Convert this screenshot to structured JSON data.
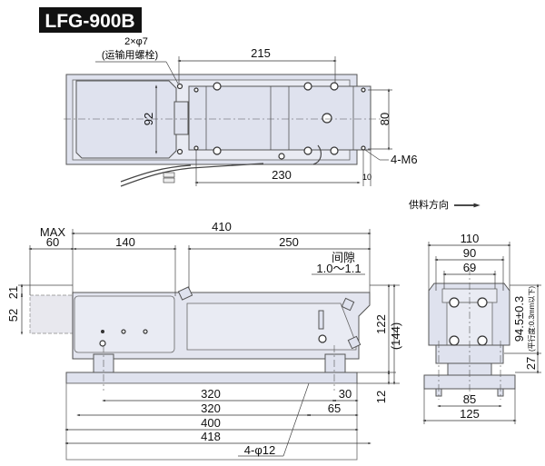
{
  "title": "LFG-900B",
  "top_view": {
    "hole_label": "2×φ7",
    "hole_note": "(运输用螺栓)",
    "dim_215": "215",
    "dim_92": "92",
    "dim_80": "80",
    "dim_230": "230",
    "dim_10": "10",
    "thread_label": "4-M6"
  },
  "feed_direction": "供料方向",
  "front_view": {
    "max_label": "MAX",
    "dim_60": "60",
    "dim_410": "410",
    "dim_140": "140",
    "dim_250": "250",
    "gap_label": "间隙",
    "gap_value": "1.0～1.1",
    "dim_21": "21",
    "dim_52": "52",
    "dim_122": "122",
    "dim_144": "(144)",
    "dim_12": "12",
    "dim_320a": "320",
    "dim_320b": "320",
    "dim_30": "30",
    "dim_65": "65",
    "dim_400": "400",
    "dim_418": "418",
    "hole_label": "4-φ12"
  },
  "side_view": {
    "dim_110": "110",
    "dim_90": "90",
    "dim_69": "69",
    "dim_height": "94.5±0.3",
    "parallel_note": "(平行度:0.3mm以下)",
    "dim_27": "27",
    "dim_85": "85",
    "dim_125": "125"
  }
}
